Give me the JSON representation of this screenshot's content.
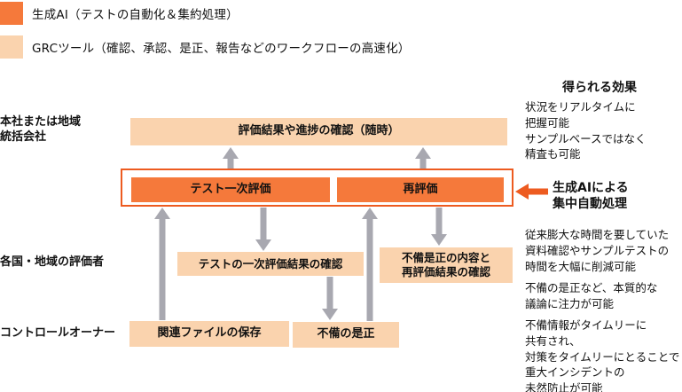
{
  "legend": {
    "items": [
      {
        "label": "生成AI（テストの自動化＆集約処理）",
        "color": "#F5793B"
      },
      {
        "label": "GRCツール（確認、承認、是正、報告などのワークフローの高速化）",
        "color": "#FAD3AE"
      }
    ]
  },
  "row_labels": {
    "hq": "本社または地域\n統括会社",
    "evaluators": "各国・地域の評価者",
    "control_owner": "コントロールオーナー"
  },
  "diagram": {
    "boxes": {
      "progress_check": "評価結果や進捗の確認（随時）",
      "primary_test": "テスト一次評価",
      "re_evaluation": "再評価",
      "primary_result_check": "テストの一次評価結果の確認",
      "defect_fix_check": "不備是正の内容と\n再評価結果の確認",
      "file_save": "関連ファイルの保存",
      "defect_fix": "不備の是正"
    },
    "callout": "生成AIによる\n集中自動処理"
  },
  "effects": {
    "title": "得られる効果",
    "blocks": [
      "状況をリアルタイムに\n把握可能\nサンプルベースではなく\n精査も可能",
      "従来膨大な時間を要していた\n資料確認やサンプルテストの\n時間を大幅に削減可能",
      "不備の是正など、本質的な\n議論に注力が可能",
      "不備情報がタイムリーに\n共有され、\n対策をタイムリーにとることで\n重大インシデントの\n未然防止が可能"
    ]
  },
  "colors": {
    "accent_orange": "#F5793B",
    "light_peach": "#FAD3AE",
    "outline_orange": "#ED5B20",
    "arrow_gray": "#A8A8B0"
  }
}
